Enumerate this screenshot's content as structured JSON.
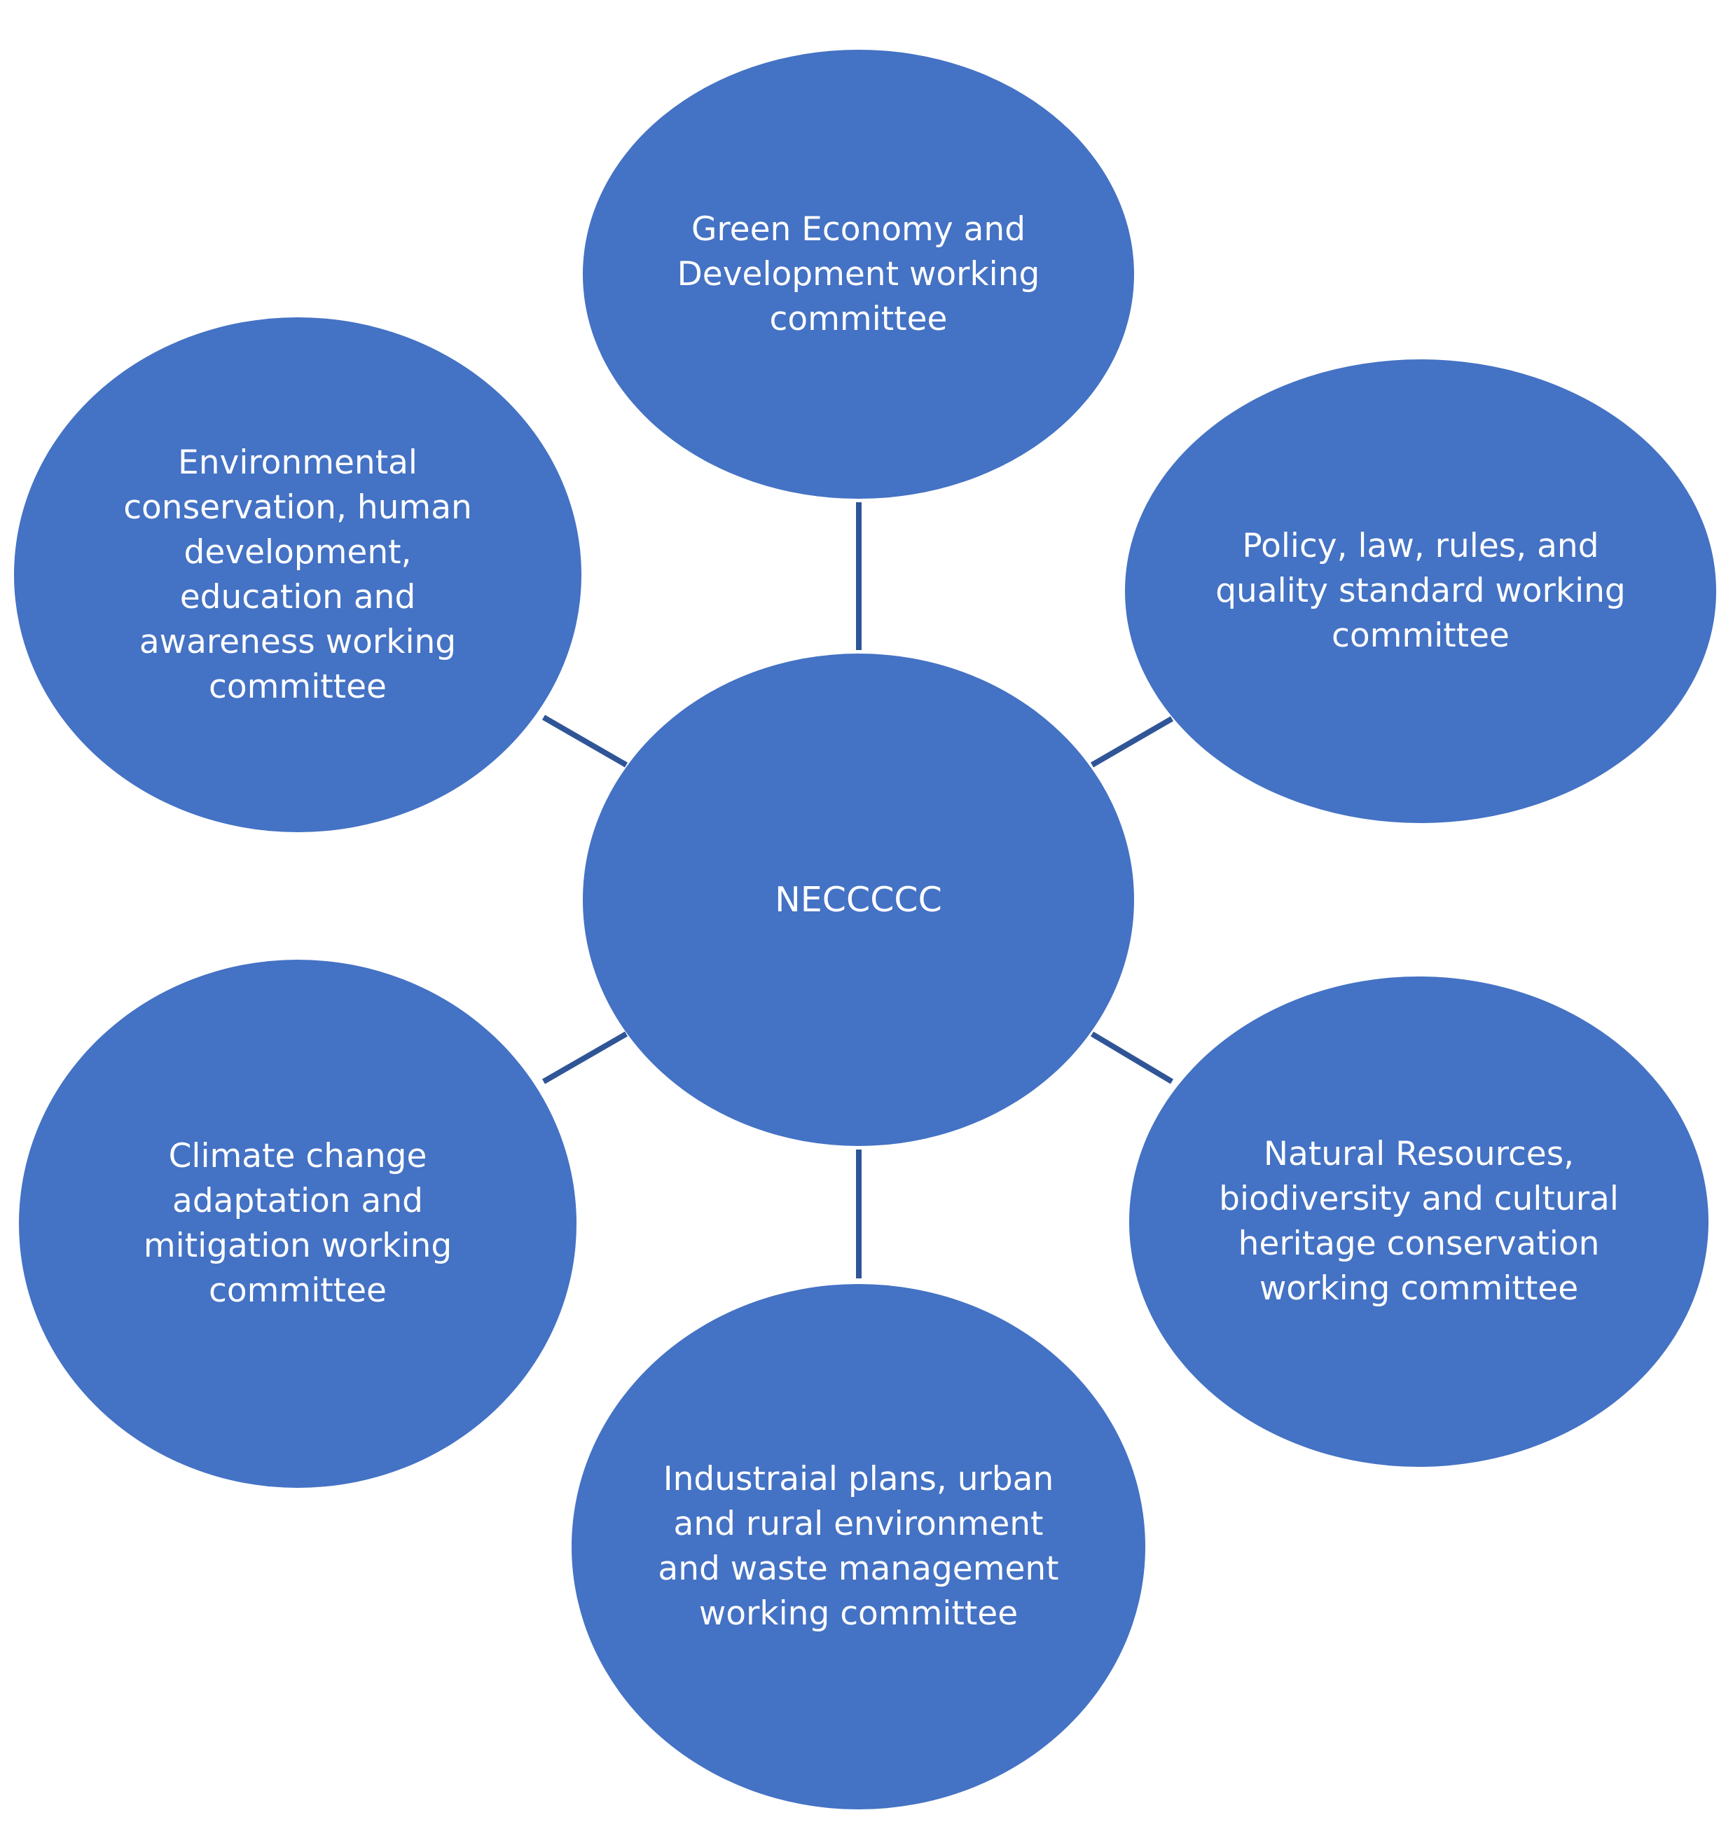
{
  "colors": {
    "node_fill": "#4472C4",
    "connector": "#2F5597",
    "label_text": "#FFFFFF",
    "background": "#FFFFFF"
  },
  "center": {
    "label": "NECCCCC"
  },
  "committees": {
    "top": {
      "label": "Green Economy and\nDevelopment working\ncommittee"
    },
    "top_right": {
      "label": "Policy, law, rules, and\nquality standard working\ncommittee"
    },
    "bottom_right": {
      "label": "Natural Resources,\nbiodiversity and cultural\nheritage conservation\nworking committee"
    },
    "bottom": {
      "label": "Industraial plans, urban\nand rural environment\nand waste management\nworking committee"
    },
    "bottom_left": {
      "label": "Climate change\nadaptation and\nmitigation working\ncommittee"
    },
    "top_left": {
      "label": "Environmental\nconservation, human\ndevelopment,\neducation and\nawareness working\ncommittee"
    }
  }
}
